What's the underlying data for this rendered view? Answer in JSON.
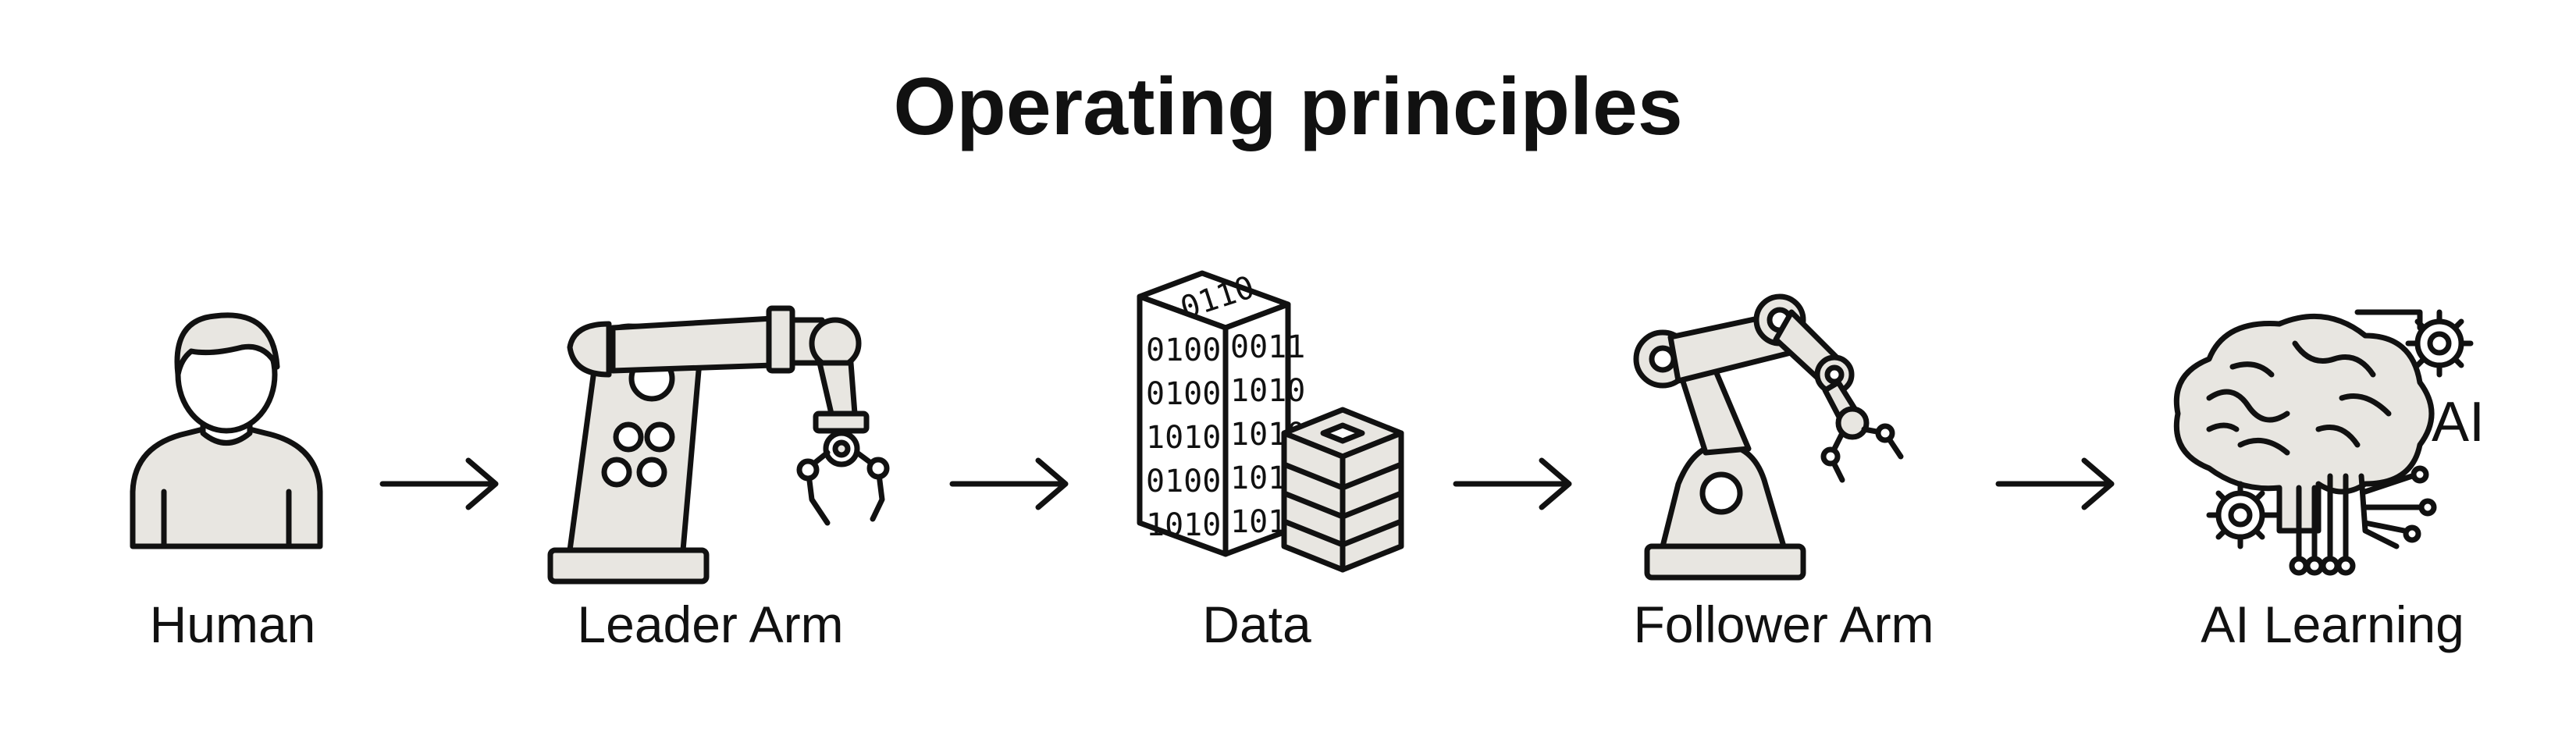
{
  "diagram": {
    "title": "Operating principles",
    "steps": [
      {
        "label": "Human",
        "icon": "person-icon"
      },
      {
        "label": "Leader Arm",
        "icon": "leader-robot-arm-icon"
      },
      {
        "label": "Data",
        "icon": "binary-data-stack-icon"
      },
      {
        "label": "Follower Arm",
        "icon": "follower-robot-arm-icon"
      },
      {
        "label": "AI Learning",
        "icon": "ai-brain-icon"
      }
    ],
    "binary_rows_left": [
      "0100",
      "0100",
      "1010",
      "0100",
      "1010"
    ],
    "binary_rows_right": [
      "0011",
      "1010",
      "1010",
      "1010",
      "1010"
    ],
    "binary_top": "0110",
    "ai_badge": "AI"
  }
}
